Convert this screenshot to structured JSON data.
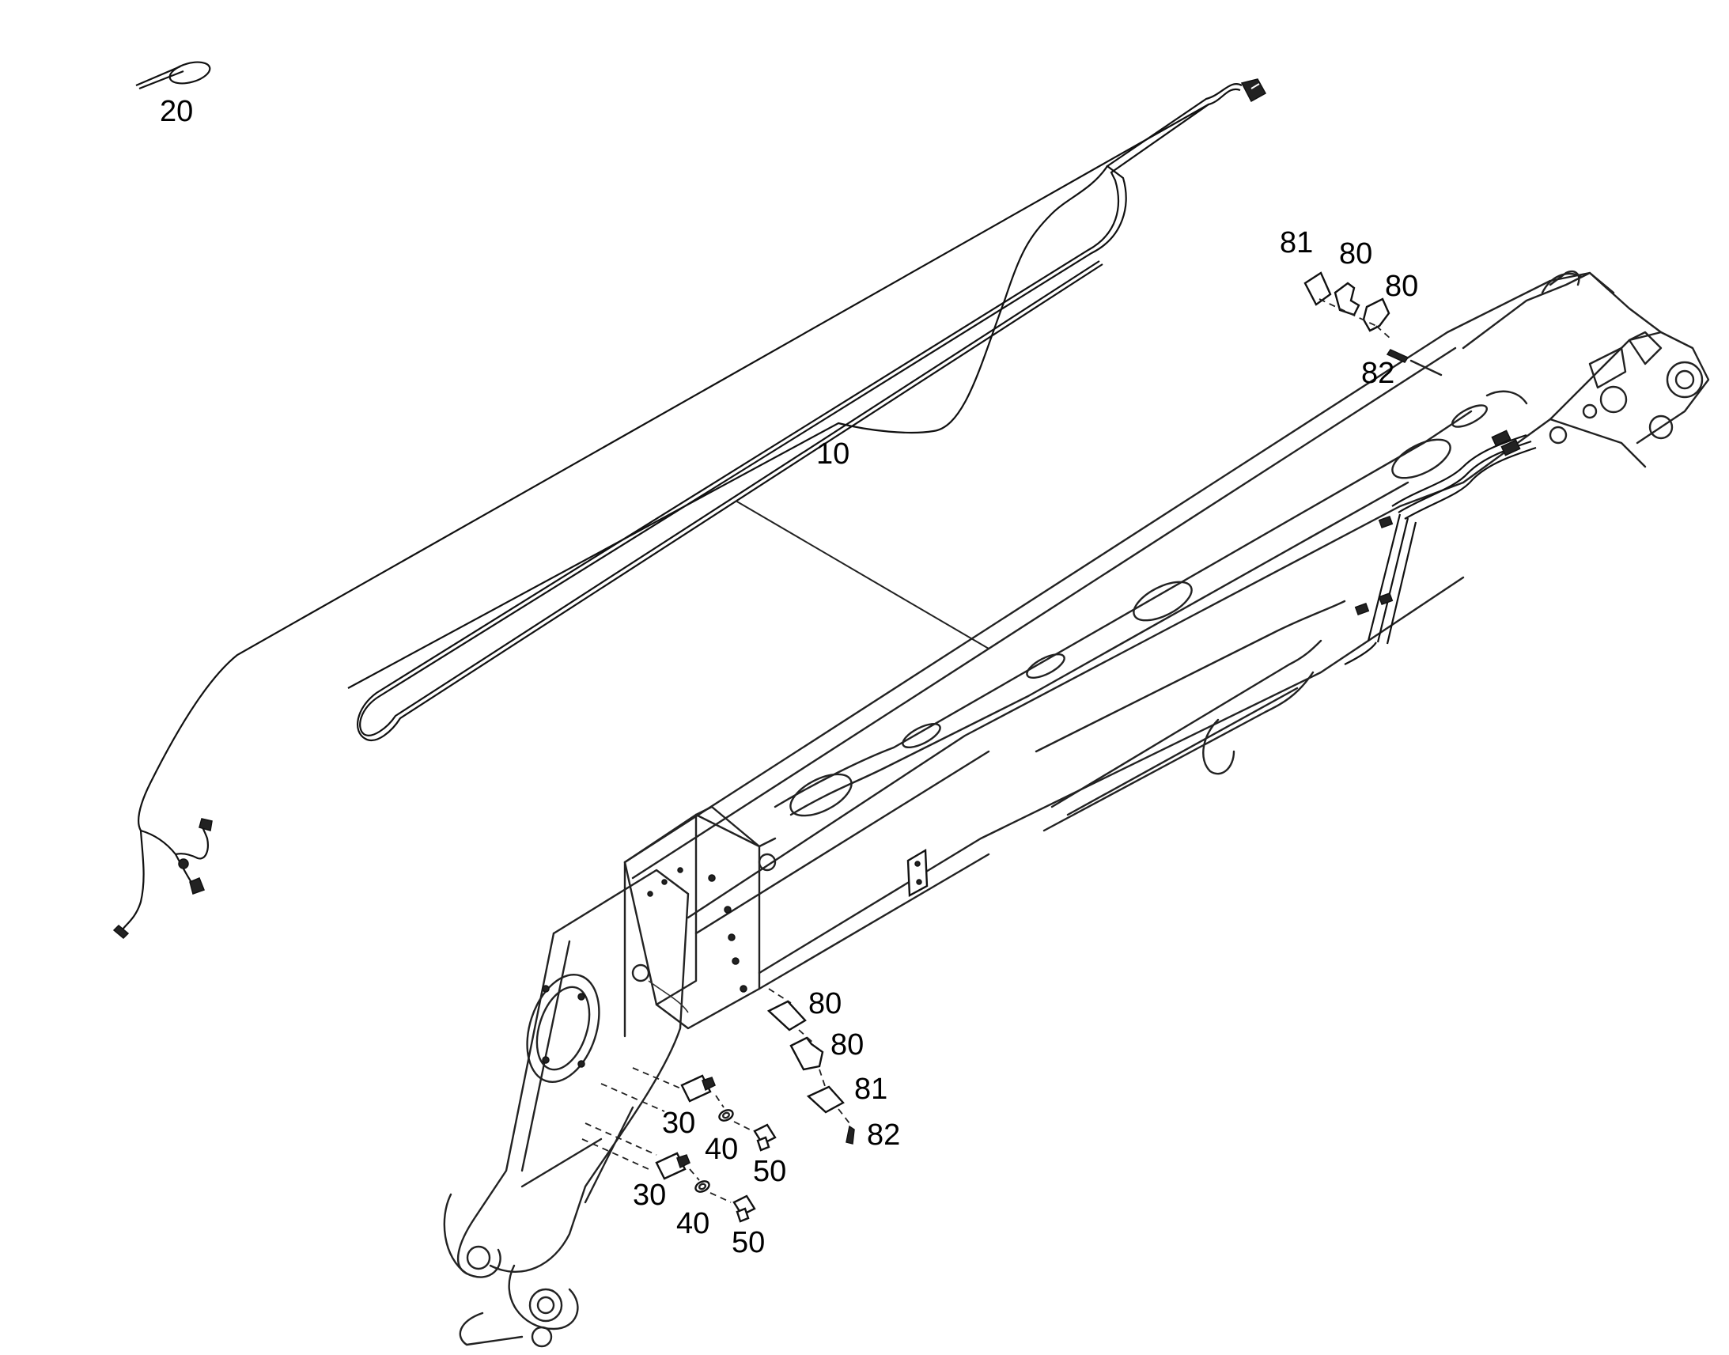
{
  "diagram": {
    "labels": [
      {
        "id": "label-20",
        "text": "20"
      },
      {
        "id": "label-10",
        "text": "10"
      },
      {
        "id": "label-81-top",
        "text": "81"
      },
      {
        "id": "label-80-top-a",
        "text": "80"
      },
      {
        "id": "label-80-top-b",
        "text": "80"
      },
      {
        "id": "label-82-top",
        "text": "82"
      },
      {
        "id": "label-80-bottom-a",
        "text": "80"
      },
      {
        "id": "label-80-bottom-b",
        "text": "80"
      },
      {
        "id": "label-81-bottom",
        "text": "81"
      },
      {
        "id": "label-82-bottom",
        "text": "82"
      },
      {
        "id": "label-30-a",
        "text": "30"
      },
      {
        "id": "label-40-a",
        "text": "40"
      },
      {
        "id": "label-50-a",
        "text": "50"
      },
      {
        "id": "label-30-b",
        "text": "30"
      },
      {
        "id": "label-40-b",
        "text": "40"
      },
      {
        "id": "label-50-b",
        "text": "50"
      }
    ]
  }
}
